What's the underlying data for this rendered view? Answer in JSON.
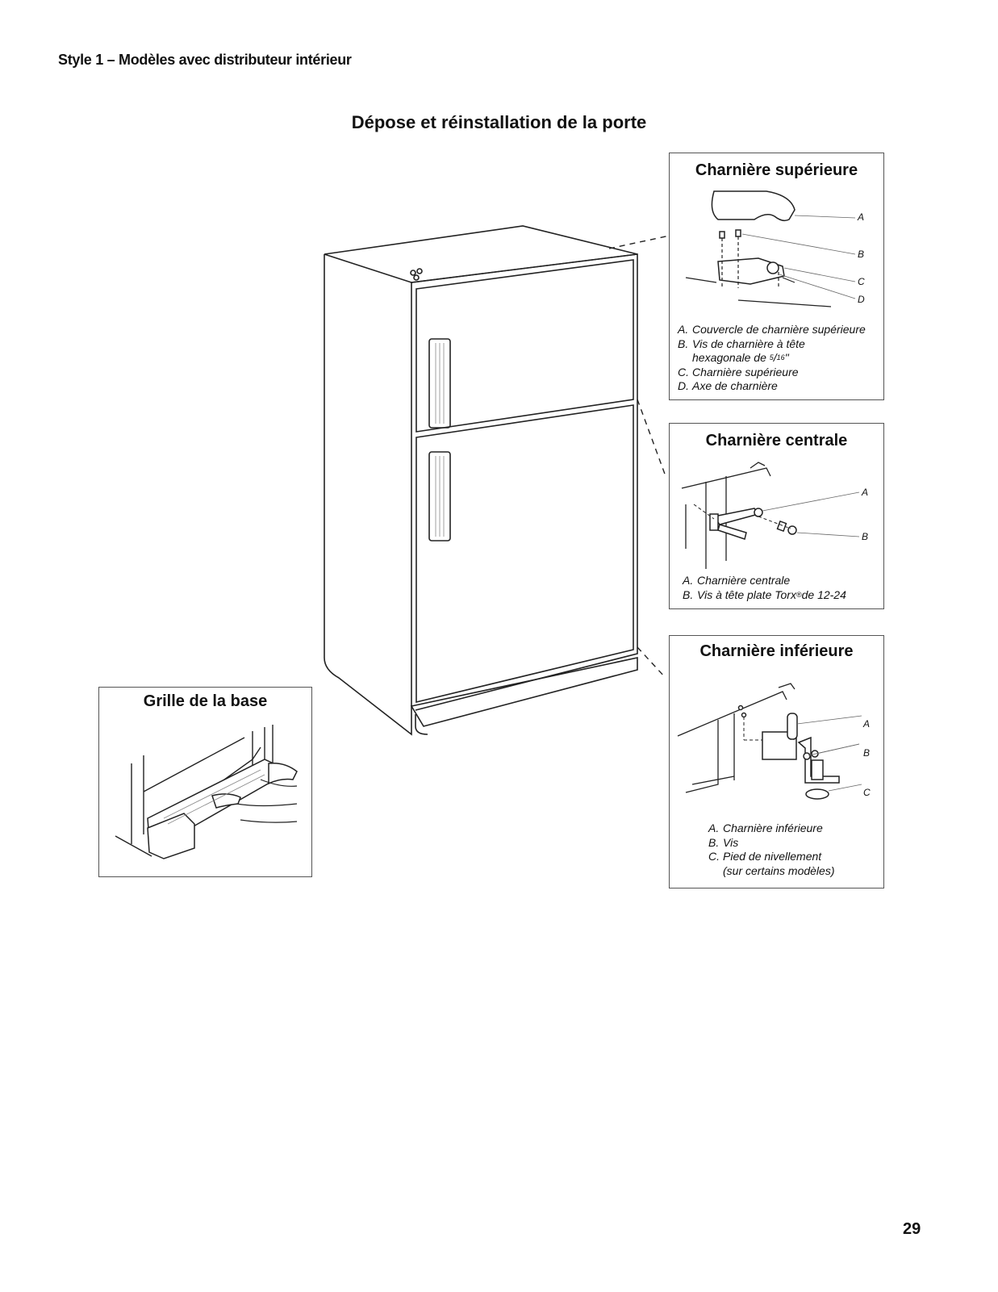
{
  "header": {
    "section_title": "Style 1 – Modèles avec distributeur intérieur",
    "page_title": "Dépose et réinstallation de la porte"
  },
  "panels": {
    "top_hinge": {
      "title": "Charnière supérieure",
      "callouts": [
        "A",
        "B",
        "C",
        "D"
      ],
      "legend": {
        "a_letter": "A.",
        "a_text": "Couvercle de charnière supérieure",
        "b_letter": "B.",
        "b_text_1": "Vis de charnière à tête",
        "b_text_2_prefix": "hexagonale de ",
        "b_fraction_num": "5",
        "b_fraction_den": "16",
        "b_text_2_suffix": "\"",
        "c_letter": "C.",
        "c_text": "Charnière supérieure",
        "d_letter": "D.",
        "d_text": "Axe de charnière"
      }
    },
    "center_hinge": {
      "title": "Charnière centrale",
      "callouts": [
        "A",
        "B"
      ],
      "legend": {
        "a_letter": "A.",
        "a_text": "Charnière centrale",
        "b_letter": "B.",
        "b_text_1": "Vis à tête plate Torx",
        "b_reg": "®",
        "b_text_2": " de 12-24"
      }
    },
    "bottom_hinge": {
      "title": "Charnière inférieure",
      "callouts": [
        "A",
        "B",
        "C"
      ],
      "legend": {
        "a_letter": "A.",
        "a_text": "Charnière inférieure",
        "b_letter": "B.",
        "b_text": "Vis",
        "c_letter": "C.",
        "c_text_1": "Pied de nivellement",
        "c_text_2": "(sur certains modèles)"
      }
    },
    "base_grille": {
      "title": "Grille de la base"
    }
  },
  "page_number": "29"
}
